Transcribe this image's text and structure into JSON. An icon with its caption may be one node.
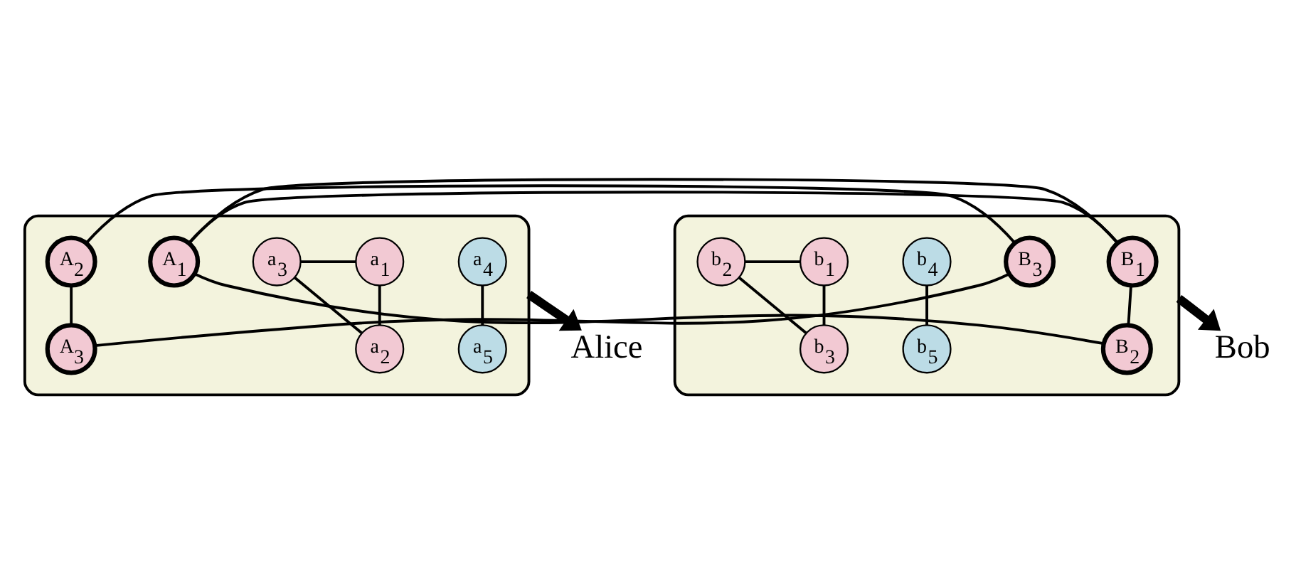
{
  "diagram": {
    "nodes": [
      {
        "text": [],
        "shape": "box"
      },
      {
        "text": [
          "a$_{4}$"
        ],
        "in": 0
      },
      {
        "text": [
          "a$_{5}$"
        ],
        "in": 0
      },
      {
        "text": [
          "a$_{1}$"
        ],
        "in": 0
      },
      {
        "text": [
          "a$_{3}$"
        ],
        "in": 0
      },
      {
        "text": [
          "a$_{2}$"
        ],
        "in": 0
      },
      {
        "text": [
          "A$_{1}$"
        ],
        "in": 0
      },
      {
        "text": [
          "A$_{2}$"
        ],
        "in": 0
      },
      {
        "text": [
          "A$_{3}$"
        ],
        "in": 0
      },
      {
        "text": [],
        "shape": "box"
      },
      {
        "text": [
          "B$_{1}$"
        ],
        "in": 9
      },
      {
        "text": [
          "B$_{2}$"
        ],
        "in": 9
      },
      {
        "text": [
          "B$_{3}$"
        ],
        "in": 9
      },
      {
        "text": [
          "b$_{4}$"
        ],
        "in": 9
      },
      {
        "text": [
          "b$_{5}$"
        ],
        "in": 9
      },
      {
        "text": [
          "b$_{1}$"
        ],
        "in": 9
      },
      {
        "text": [
          "b$_{2}$"
        ],
        "in": 9
      },
      {
        "text": [
          "b$_{3}$"
        ],
        "in": 9
      },
      {
        "text": [
          "Alice"
        ]
      },
      {
        "text": [
          "Bob"
        ]
      }
    ],
    "edges": [
      {
        "from": 1,
        "to": 2,
        "arrow": "none"
      },
      {
        "from": 3,
        "to": 5,
        "arrow": "none"
      },
      {
        "from": 4,
        "to": 3,
        "arrow": "none"
      },
      {
        "from": 4,
        "to": 5,
        "arrow": "none"
      },
      {
        "from": 7,
        "to": 8,
        "arrow": "none"
      },
      {
        "from": 6,
        "to": 10,
        "arrow": "none"
      },
      {
        "from": 6,
        "to": 11,
        "arrow": "none"
      },
      {
        "from": 10,
        "to": 11,
        "arrow": "none"
      },
      {
        "from": 7,
        "to": 12,
        "arrow": "none"
      },
      {
        "from": 8,
        "to": 12,
        "arrow": "none"
      },
      {
        "from": 13,
        "to": 14,
        "arrow": "none"
      },
      {
        "from": 15,
        "to": 17,
        "arrow": "none"
      },
      {
        "from": 16,
        "to": 15,
        "arrow": "none"
      },
      {
        "from": 16,
        "to": 17,
        "arrow": "none"
      },
      {
        "from": 0,
        "to": 18,
        "arrow": "to",
        "style": "thick"
      },
      {
        "from": 9,
        "to": 19,
        "arrow": "to",
        "style": "thick"
      }
    ]
  }
}
